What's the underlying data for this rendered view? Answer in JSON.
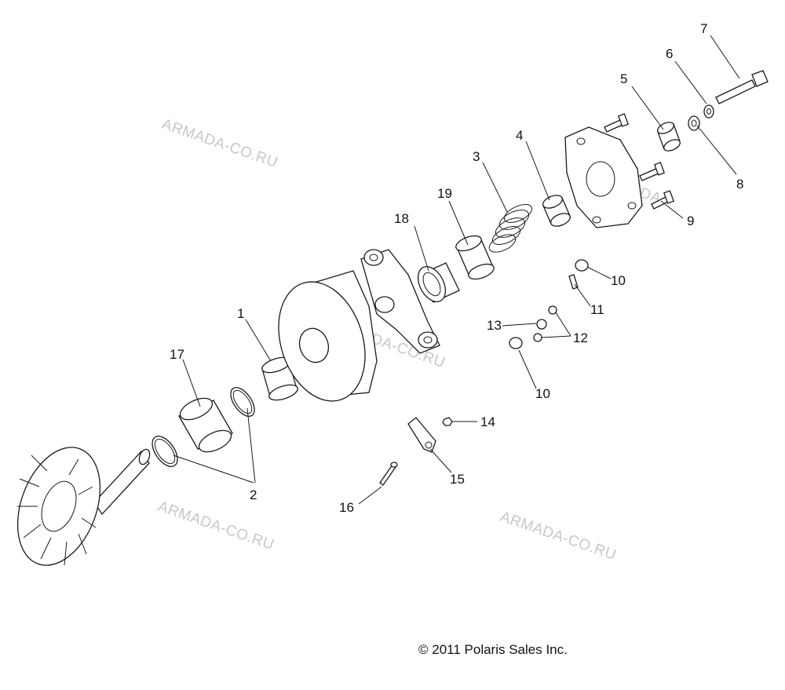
{
  "callouts": {
    "c1": "1",
    "c2": "2",
    "c3": "3",
    "c4": "4",
    "c5": "5",
    "c6": "6",
    "c7": "7",
    "c8": "8",
    "c9": "9",
    "c10a": "10",
    "c10b": "10",
    "c11": "11",
    "c12": "12",
    "c13": "13",
    "c14": "14",
    "c15": "15",
    "c16": "16",
    "c17": "17",
    "c18": "18",
    "c19": "19"
  },
  "watermarks": [
    "ARMADA-CO.RU",
    "ARMADA-CO.RU",
    "ARMADA-CO.RU",
    "ARMADA-CO.RU"
  ],
  "copyright": "© 2011 Polaris Sales Inc."
}
